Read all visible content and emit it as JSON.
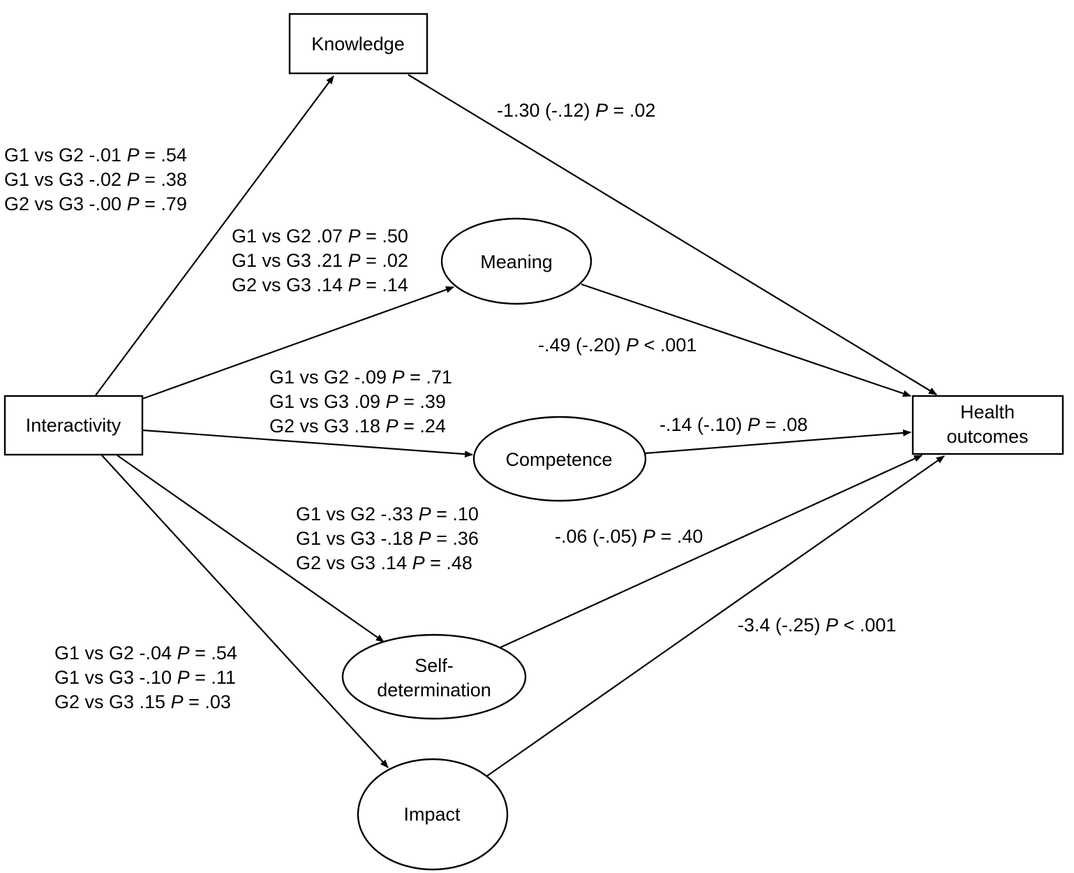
{
  "diagram": {
    "type": "path-model",
    "nodes": {
      "interactivity": {
        "label_lines": [
          "Interactivity"
        ],
        "shape": "rectangle"
      },
      "knowledge": {
        "label_lines": [
          "Knowledge"
        ],
        "shape": "rectangle"
      },
      "meaning": {
        "label_lines": [
          "Meaning"
        ],
        "shape": "ellipse"
      },
      "competence": {
        "label_lines": [
          "Competence"
        ],
        "shape": "ellipse"
      },
      "self_determination": {
        "label_lines": [
          "Self-",
          "determination"
        ],
        "shape": "ellipse"
      },
      "impact": {
        "label_lines": [
          "Impact"
        ],
        "shape": "ellipse"
      },
      "health_outcomes": {
        "label_lines": [
          "Health",
          "outcomes"
        ],
        "shape": "rectangle"
      }
    },
    "edges": [
      {
        "from": "interactivity",
        "to": "knowledge"
      },
      {
        "from": "interactivity",
        "to": "meaning"
      },
      {
        "from": "interactivity",
        "to": "competence"
      },
      {
        "from": "interactivity",
        "to": "self_determination"
      },
      {
        "from": "interactivity",
        "to": "impact"
      },
      {
        "from": "knowledge",
        "to": "health_outcomes"
      },
      {
        "from": "meaning",
        "to": "health_outcomes"
      },
      {
        "from": "competence",
        "to": "health_outcomes"
      },
      {
        "from": "self_determination",
        "to": "health_outcomes"
      },
      {
        "from": "impact",
        "to": "health_outcomes"
      }
    ],
    "group_comparisons": {
      "knowledge": [
        {
          "pair": "G1 vs G2",
          "coef": "-.01",
          "p_sym": "=",
          "p": ".54"
        },
        {
          "pair": "G1 vs G3",
          "coef": "-.02",
          "p_sym": "=",
          "p": ".38"
        },
        {
          "pair": "G2 vs G3",
          "coef": "-.00",
          "p_sym": "=",
          "p": ".79"
        }
      ],
      "meaning": [
        {
          "pair": "G1 vs G2",
          "coef": ".07",
          "p_sym": "=",
          "p": ".50"
        },
        {
          "pair": "G1 vs G3",
          "coef": ".21",
          "p_sym": "=",
          "p": ".02"
        },
        {
          "pair": "G2 vs G3",
          "coef": ".14",
          "p_sym": "=",
          "p": ".14"
        }
      ],
      "competence": [
        {
          "pair": "G1 vs G2",
          "coef": "-.09",
          "p_sym": "=",
          "p": ".71"
        },
        {
          "pair": "G1 vs G3",
          "coef": ".09",
          "p_sym": "=",
          "p": ".39"
        },
        {
          "pair": "G2 vs G3",
          "coef": ".18",
          "p_sym": "=",
          "p": ".24"
        }
      ],
      "self_determination": [
        {
          "pair": "G1 vs G2",
          "coef": "-.33",
          "p_sym": "=",
          "p": ".10"
        },
        {
          "pair": "G1 vs G3",
          "coef": "-.18",
          "p_sym": "=",
          "p": ".36"
        },
        {
          "pair": "G2 vs G3",
          "coef": ".14",
          "p_sym": "=",
          "p": ".48"
        }
      ],
      "impact": [
        {
          "pair": "G1 vs G2",
          "coef": "-.04",
          "p_sym": "=",
          "p": ".54"
        },
        {
          "pair": "G1 vs G3",
          "coef": "-.10",
          "p_sym": "=",
          "p": ".11"
        },
        {
          "pair": "G2 vs G3",
          "coef": ".15",
          "p_sym": "=",
          "p": ".03"
        }
      ]
    },
    "outcome_paths": {
      "knowledge": {
        "coef": "-1.30",
        "std": "(-.12)",
        "p_sym": "=",
        "p": ".02"
      },
      "meaning": {
        "coef": "-.49",
        "std": "(-.20)",
        "p_sym": "<",
        "p": ".001"
      },
      "competence": {
        "coef": "-.14",
        "std": "(-.10)",
        "p_sym": "=",
        "p": ".08"
      },
      "self_determination": {
        "coef": "-.06",
        "std": "(-.05)",
        "p_sym": "=",
        "p": ".40"
      },
      "impact": {
        "coef": "-3.4",
        "std": "(-.25)",
        "p_sym": "<",
        "p": ".001"
      }
    },
    "p_label": "P"
  }
}
